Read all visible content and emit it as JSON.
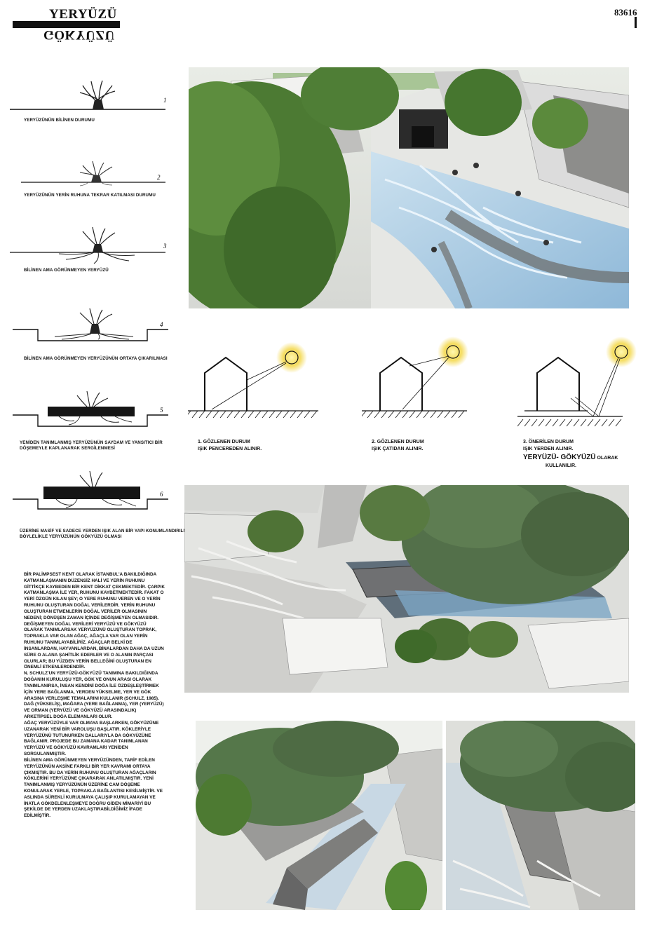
{
  "header": {
    "title": "YERYÜZÜ",
    "mirrored_title": "GÖKYÜZÜ",
    "project_number": "83616"
  },
  "steps": [
    {
      "number": "1",
      "caption": "YERYÜZÜNÜN BİLİNEN DURUMU"
    },
    {
      "number": "2",
      "caption": "YERYÜZÜNÜN YERİN RUHUNA TEKRAR KATILMASI DURUMU"
    },
    {
      "number": "3",
      "caption": "BİLİNEN AMA GÖRÜNMEYEN YERYÜZÜ"
    },
    {
      "number": "4",
      "caption": "BİLİNEN AMA GÖRÜNMEYEN YERYÜZÜNÜN ORTAYA ÇIKARILMASI"
    },
    {
      "number": "5",
      "caption": "YENİDEN TANIMLANMIŞ YERYÜZÜNÜN SAYDAM VE YANSITICI BİR DÖŞEMEYLE KAPLANARAK SERGİLENMESİ"
    },
    {
      "number": "6",
      "caption": "ÜZERİNE MASİF VE SADECE YERDEN IŞIK ALAN BİR YAPI KONUMLANDIRILMASI BÖYLELİKLE YERYÜZÜNÜN GÖKYÜZÜ OLMASI"
    }
  ],
  "diagrams": [
    {
      "line1": "1. GÖZLENEN DURUM",
      "line2": "IŞIK PENCEREDEN ALINIR."
    },
    {
      "line1": "2. GÖZLENEN DURUM",
      "line2": "IŞIK ÇATIDAN ALINIR."
    },
    {
      "line1": "3. ÖNERİLEN DURUM",
      "line2": "IŞIK YERDEN ALINIR.",
      "emphasis": "YERYÜZÜ- GÖKYÜZÜ",
      "suffix": "OLARAK",
      "line4": "KULLANILIR."
    }
  ],
  "essay": {
    "paragraphs": [
      "BİR PALİMPSEST KENT OLARAK İSTANBUL'A BAKILDIĞINDA KATMANLAŞMANIN DÜZENSİZ HALİ VE YERİN RUHUNU GİTTİKÇE KAYBEDEN BİR KENT DİKKAT ÇEKMEKTEDİR. ÇARPIK KATMANLAŞMA İLE YER, RUHUNU KAYBETMEKTEDİR. FAKAT O YERİ ÖZGÜN KILAN ŞEY; O YERE RUHUNU VEREN VE O YERİN RUHUNU OLUŞTURAN DOĞAL VERİLERDİR. YERİN RUHUNU OLUŞTURAN ETMENLERİN DOĞAL VERİLER OLMASININ NEDENİ; DÖNÜŞEN ZAMAN İÇİNDE DEĞİŞMEYEN OLMASIDIR. DEĞİŞMEYEN DOĞAL VERİLERİ YERYÜZÜ VE GÖKYÜZÜ OLARAK TANIMLARSAK YERYÜZÜNÜ OLUŞTURAN TOPRAK, TOPRAKLA VAR OLAN AĞAÇ, AĞAÇLA VAR OLAN YERİN RUHUNU TANIMLAYABİLİRİZ. AĞAÇLAR BELKİ DE İNSANLARDAN, HAYVANLARDAN, BİNALARDAN DAHA DA UZUN SÜRE O ALANA ŞAHİTLİK EDERLER VE O ALANIN PARÇASI OLURLAR; BU YÜZDEN YERİN BELLEĞİNİ OLUŞTURAN EN ÖNEMLİ ETKENLERDENDİR.",
      "N. SCHULZ'UN YERYÜZÜ-GÖKYÜZÜ TANIMINA BAKILDIĞINDA DOĞANIN KURULUŞU YER, GÖK VE ONUN ARASI OLARAK TANIMLANIRSA, İNSAN KENDİNİ DOĞA İLE ÖZDEŞLEŞTİRMEK İÇİN YERE BAĞLANMA, YERDEN YÜKSELME, YER VE GÖK ARASINA YERLEŞME TEMALARINI KULLANIR (SCHULZ, 1985). DAĞ (YÜKSELİŞ), MAĞARA (YERE BAĞLANMA), YER (YERYÜZÜ) VE ORMAN (YERYÜZÜ VE GÖKYÜZÜ ARASINDALIK) ARKETİPSEL DOĞA ELEMANLARI OLUR.",
      "AĞAÇ YERYÜZÜYLE VAR OLMAYA BAŞLARKEN, GÖKYÜZÜNE UZANARAK YENİ BİR VAROLUŞU BAŞLATIR. KÖKLERİYLE YERYÜZÜNÜ TUTUNURKEN DALLARIYLA DA GÖKYÜZÜNE BAĞLANIR. PROJEDE BU ZAMANA KADAR TANIMLANAN YERYÜZÜ VE GÖKYÜZÜ KAVRAMLARI YENİDEN SORGULANMIŞTIR.",
      "BİLİNEN AMA GÖRÜNMEYEN YERYÜZÜNDEN, TARİF EDİLEN YERYÜZÜNÜN AKSİNE FARKLI BİR YER KAVRAMI ORTAYA ÇIKMIŞTIR. BU DA YERİN RUHUNU OLUŞTURAN AĞAÇLARIN KÖKLERİNİ YERYÜZÜNE ÇIKARARAK ANLATILMIŞTIR. YENİ TANIMLANMIŞ YERYÜZÜNÜN ÜZERİNE CAM DÖŞEME KONULARAK YERLE, TOPRAKLA BAĞLANTISI KESİLMİŞTİR. VE ASLINDA SÜREKLİ KURULMAYA ÇALIŞIP KURULAMAYAN VE İNATLA GÖKDELENLEŞMEYE DOĞRU GİDEN MİMARİYİ BU ŞEKİLDE DE YERDEN UZAKLAŞTIRABİLDİĞİMİZ İFADE EDİLMİŞTİR."
    ]
  },
  "colors": {
    "ink": "#111111",
    "tree": "#4f7a35",
    "concrete": "#b9b9b6",
    "water": "#9ec6e4",
    "sun": "#f2d43a"
  }
}
